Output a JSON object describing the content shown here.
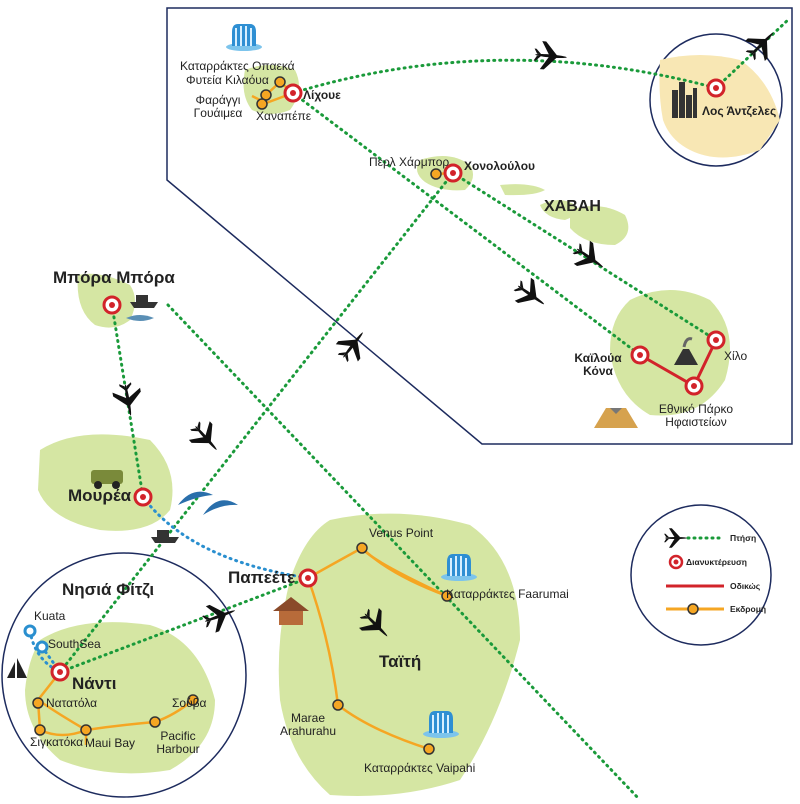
{
  "labels": {
    "los_angeles": "Λος Άντζελες",
    "lihue": "Λίχουε",
    "opaeka_falls": "Καταρράκτες Οπαεκά",
    "kilauea_plantation": "Φυτεία Κιλαόυα",
    "waimea_canyon": "Φαράγγι Γουάιμεα",
    "hanapepe": "Χαναπέπε",
    "pearl_harbor": "Περλ Χάρμπορ",
    "honolulu": "Χονολούλου",
    "hawaii": "ΧΑΒΑΗ",
    "kailua_kona": "Καϊλούα Κόνα",
    "hilo": "Χίλο",
    "volcanoes_park": "Εθνικό Πάρκο Ηφαιστείων",
    "bora_bora": "Μπόρα Μπόρα",
    "moorea": "Μουρέα",
    "fiji_islands": "Νησιά Φίτζι",
    "kuata": "Kuata",
    "southsea": "SouthSea",
    "nadi": "Νάντι",
    "natadola": "Νατατόλα",
    "sigatoka": "Σιγκατόκα",
    "maui_bay": "Maui Bay",
    "pacific_harbour": "Pacific Harbour",
    "suva": "Σούβα",
    "papeete": "Παπεέτε",
    "venus_point": "Venus Point",
    "faarumai": "Καταρράκτες Faarumai",
    "tahiti": "Ταϊτή",
    "marae_arahurahu": "Marae Arahurahu",
    "vaipahi": "Καταρράκτες Vaipahi"
  },
  "legend": {
    "flight": "Πτήση",
    "overnight": "Διανυκτέρευση",
    "road": "Οδικώς",
    "excursion": "Εκδρομή"
  },
  "colors": {
    "land": "#d5e6a3",
    "flight_line": "#1a9a3a",
    "road_line": "#d2232a",
    "excursion_line": "#f5a623",
    "boat_line": "#2a8fcf",
    "overnight_stop": "#d2232a",
    "frame": "#1d2b5e"
  },
  "icons": [
    "plane-icon",
    "waterfall-icon",
    "city-skyline-icon",
    "volcano-icon",
    "boat-icon",
    "shark-icon",
    "jeep-icon",
    "dolphin-icon",
    "hut-icon",
    "sailboat-icon"
  ]
}
